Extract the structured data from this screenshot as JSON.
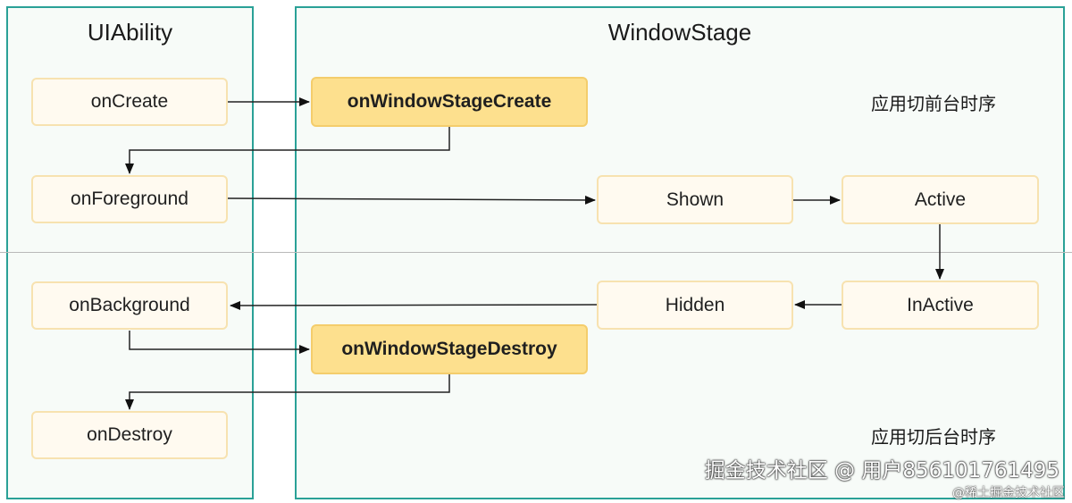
{
  "panels": {
    "uiability_title": "UIAbility",
    "windowstage_title": "WindowStage"
  },
  "nodes": {
    "on_create": "onCreate",
    "on_foreground": "onForeground",
    "on_background": "onBackground",
    "on_destroy": "onDestroy",
    "on_window_stage_create": "onWindowStageCreate",
    "on_window_stage_destroy": "onWindowStageDestroy",
    "shown": "Shown",
    "active": "Active",
    "hidden": "Hidden",
    "inactive": "InActive"
  },
  "notes": {
    "foreground_sequence": "应用切前台时序",
    "background_sequence": "应用切后台时序"
  },
  "watermark": {
    "main": "掘金技术社区 @ 用户856101761495",
    "sub": "@稀土掘金技术社区"
  },
  "colors": {
    "panel_border": "#2aa197",
    "node_border": "#f7e2b0",
    "node_fill": "#fffaf0",
    "highlight_fill": "#fde08e"
  }
}
